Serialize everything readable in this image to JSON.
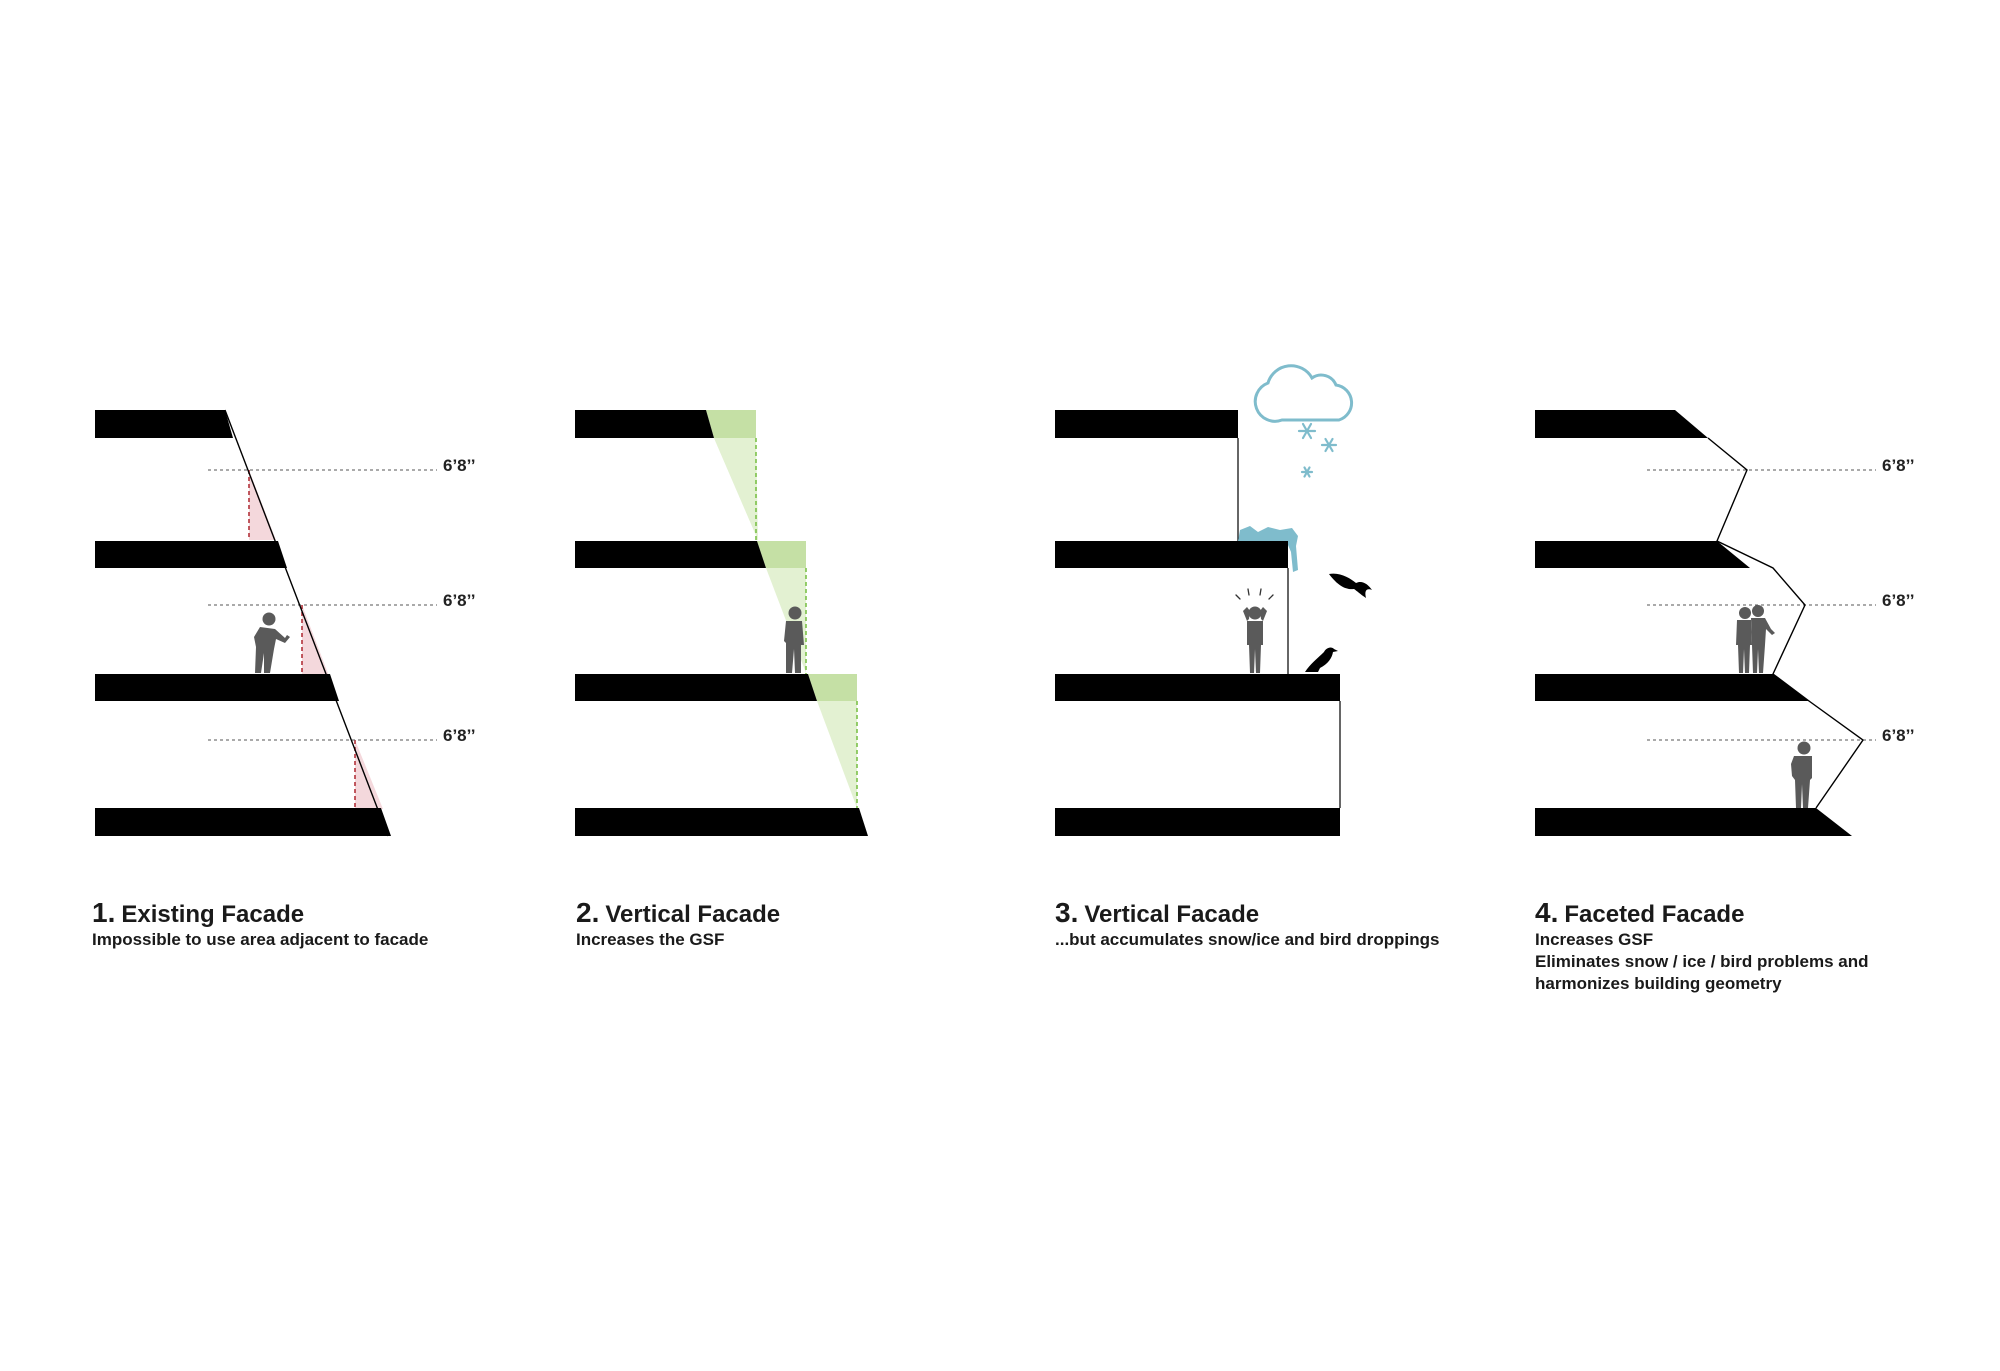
{
  "colors": {
    "slab": "#000000",
    "unusable_area": "#f4d8dc",
    "unusable_dash": "#b2323a",
    "gained_area": "#c5e0a5",
    "gained_dash": "#7cc14a",
    "snow_ice": "#7fbccc",
    "person": "#5a5a5a"
  },
  "panels": [
    {
      "number": "1.",
      "title": "Existing Facade",
      "lines": [
        "Impossible to use area adjacent to facade"
      ],
      "dimensions": [
        "6’8’’",
        "6’8’’",
        "6’8’’"
      ]
    },
    {
      "number": "2.",
      "title": "Vertical Facade",
      "lines": [
        "Increases the GSF"
      ]
    },
    {
      "number": "3.",
      "title": "Vertical Facade",
      "lines": [
        "...but accumulates snow/ice and bird droppings"
      ]
    },
    {
      "number": "4.",
      "title": "Faceted Facade",
      "lines": [
        "Increases GSF",
        "Eliminates snow / ice / bird problems and",
        "harmonizes building geometry"
      ],
      "dimensions": [
        "6’8’’",
        "6’8’’",
        "6’8’’"
      ]
    }
  ]
}
